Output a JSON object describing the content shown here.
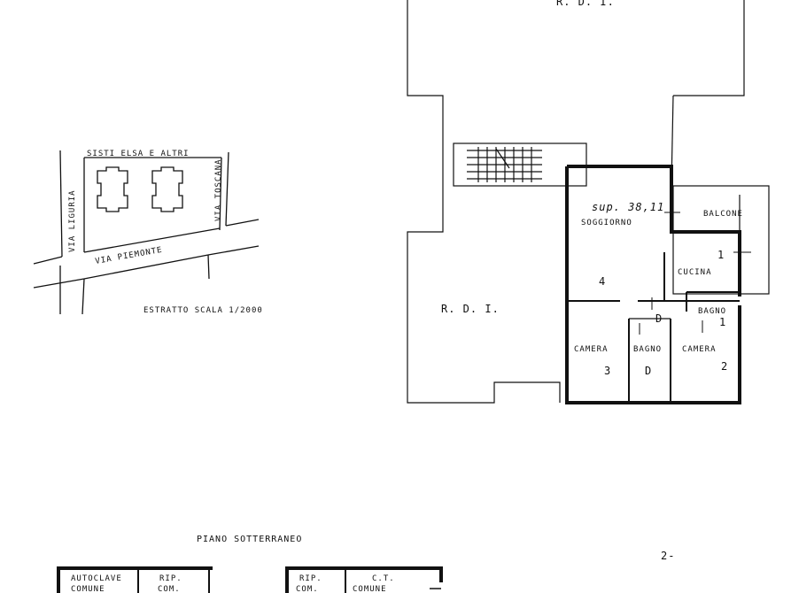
{
  "site_plan": {
    "owner_label": "SISTI ELSA E ALTRI",
    "street_left": "VIA LIGURIA",
    "street_right": "VIA TOSCANA",
    "street_bottom": "VIA PIEMONTE",
    "caption": "ESTRATTO SCALA 1/2000"
  },
  "floor_plan": {
    "top_label": "R. D. I.",
    "left_label": "R. D. I.",
    "area_note": "sup. 38,11",
    "rooms": [
      {
        "name": "SOGGIORNO",
        "number": "4"
      },
      {
        "name": "CUCINA",
        "number": "1"
      },
      {
        "name": "BALCONE",
        "number": ""
      },
      {
        "name": "BAGNO",
        "number": "1"
      },
      {
        "name": "CAMERA",
        "number": "3"
      },
      {
        "name": "BAGNO",
        "number": "D"
      },
      {
        "name": "CAMERA",
        "number": "2"
      }
    ],
    "door_marker": "D"
  },
  "basement": {
    "title": "PIANO SOTTERRANEO",
    "cells": [
      {
        "line1": "AUTOCLAVE",
        "line2": "COMUNE"
      },
      {
        "line1": "RIP.",
        "line2": "COM."
      },
      {
        "line1": "RIP.",
        "line2": "COM."
      },
      {
        "line1": "C.T.",
        "line2": "COMUNE"
      }
    ]
  },
  "corner_mark": "2-"
}
